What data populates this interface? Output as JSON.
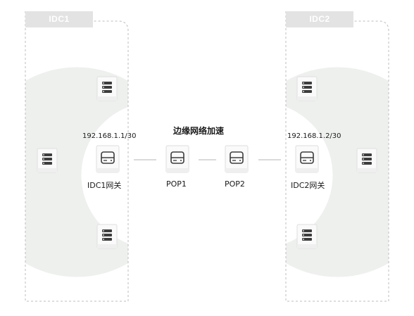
{
  "left_zone": {
    "title": "IDC1",
    "ip": "192.168.1.1/30",
    "gateway_label": "IDC1网关"
  },
  "right_zone": {
    "title": "IDC2",
    "ip": "192.168.1.2/30",
    "gateway_label": "IDC2网关"
  },
  "link": {
    "title": "边缘网络加速",
    "pop1_label": "POP1",
    "pop2_label": "POP2"
  },
  "colors": {
    "ring": "#eef0ee",
    "zone_border": "#bdbdbd",
    "tab": "#e3e3e3",
    "line": "#b5b5b5",
    "card_border": "#dedede",
    "icon": "#3d3d3d"
  }
}
